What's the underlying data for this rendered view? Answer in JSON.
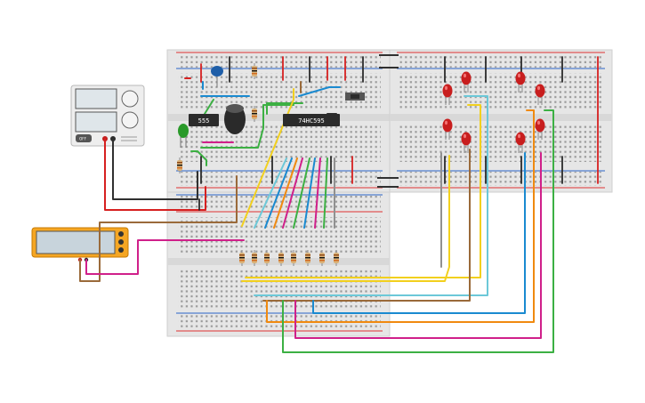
{
  "canvas": {
    "background": "#ffffff"
  },
  "components": {
    "timer_chip": {
      "label": "555"
    },
    "shift_register_chip": {
      "label": "74HC595"
    },
    "power_supply": {
      "button_label": "OFF"
    },
    "multimeter": {
      "color": "#f5a623",
      "display_color": "#c8d4dc"
    }
  },
  "colors": {
    "breadboard": "#e6e6e6",
    "rail_red": "#d33",
    "rail_blue": "#2a64c8",
    "wire_red": "#d62020",
    "wire_black": "#303030",
    "wire_brown": "#9a6a3a",
    "wire_yellow": "#f2d01e",
    "wire_cyan": "#6cc8d8",
    "wire_blue": "#1a8ad0",
    "wire_orange": "#f08a10",
    "wire_magenta": "#d0208a",
    "wire_green": "#3cb043",
    "wire_gray": "#909090",
    "led_red": "#c81e1e",
    "led_green": "#2a9a2a"
  }
}
